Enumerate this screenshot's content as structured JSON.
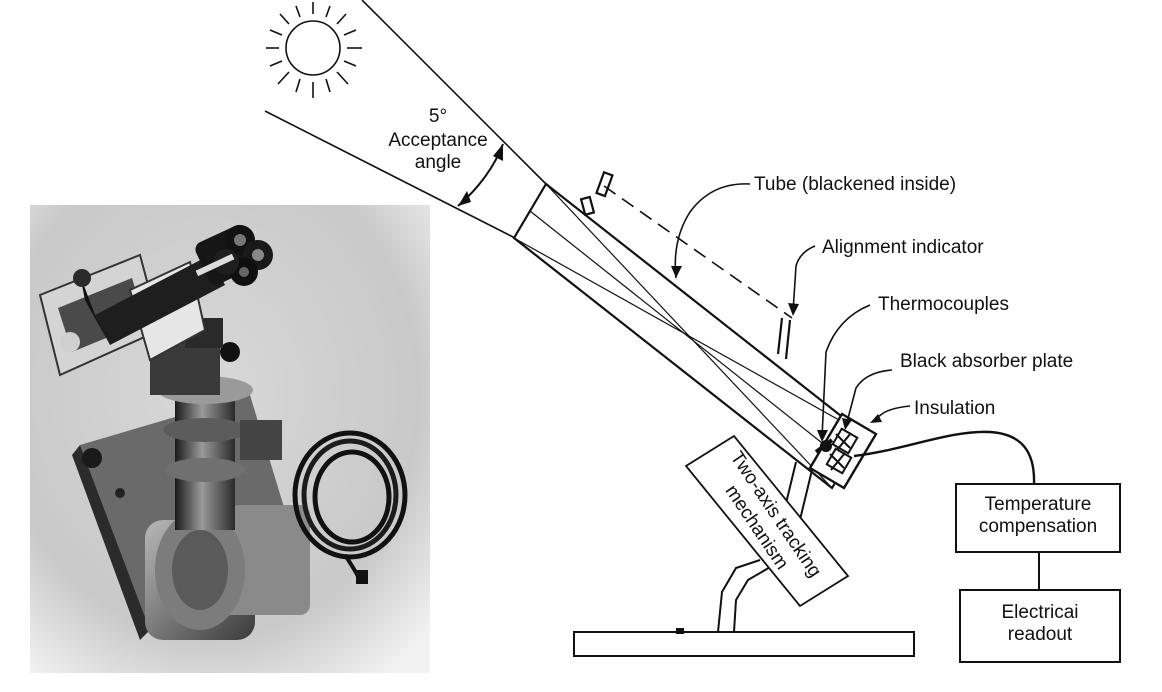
{
  "labels": {
    "acceptance_degree": "5°",
    "acceptance_line1": "Acceptance",
    "acceptance_line2": "angle",
    "tube": "Tube (blackened inside)",
    "alignment": "Alignment indicator",
    "thermocouples": "Thermocouples",
    "absorber": "Black absorber plate",
    "insulation": "Insulation",
    "tracking_line1": "Two-axis tracking",
    "tracking_line2": "mechanism",
    "temp_line1": "Temperature",
    "temp_line2": "compensation",
    "readout_line1": "Electricai",
    "readout_line2": "readout"
  },
  "icons": [
    "sun-icon"
  ],
  "colors": {
    "ink": "#111111",
    "paper": "#ffffff"
  }
}
